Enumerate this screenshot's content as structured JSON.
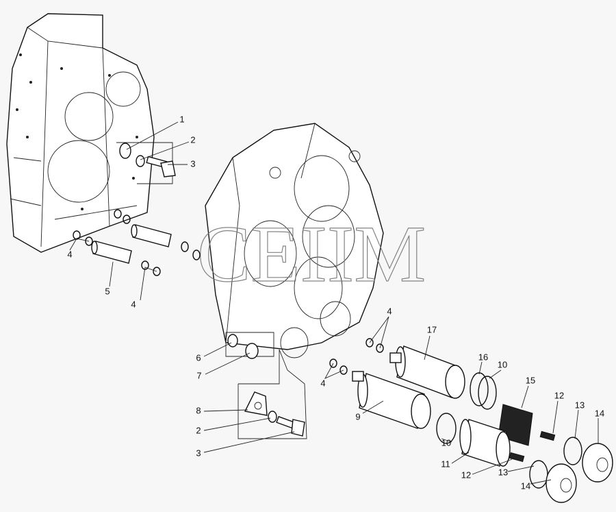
{
  "watermark": "CEIIM",
  "callouts": [
    "1",
    "2",
    "3",
    "4",
    "5",
    "4",
    "6",
    "7",
    "8",
    "2",
    "3",
    "4",
    "4",
    "17",
    "16",
    "10",
    "15",
    "9",
    "12",
    "13",
    "14",
    "10",
    "11",
    "12",
    "13",
    "14"
  ],
  "colors": {
    "background": "#f7f7f7",
    "line": "#111111",
    "watermark": "#777777"
  }
}
